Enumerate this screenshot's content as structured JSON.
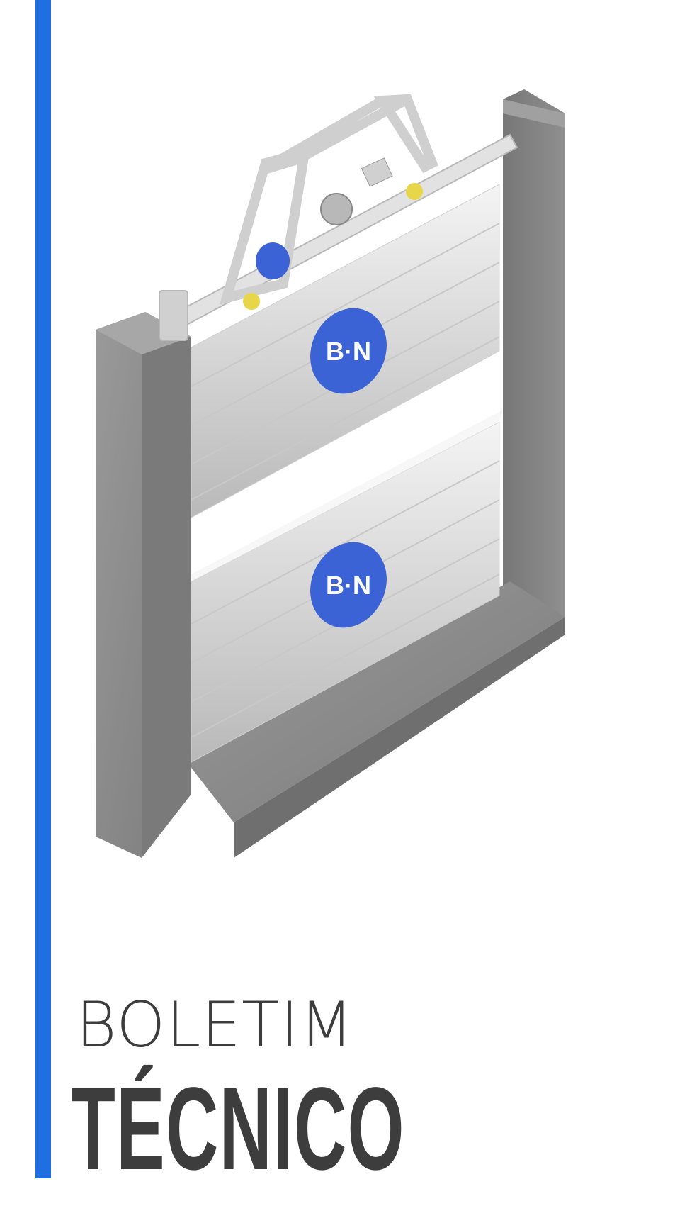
{
  "cover": {
    "title_line1": "BOLETIM",
    "title_line2": "TÉCNICO",
    "accent_color": "#1f6fe0",
    "text_color": "#3d3d3d"
  },
  "illustration": {
    "subject": "stop log gate installed in concrete channel walls",
    "logo_text": "B·N",
    "logo_color": "#3b63d6"
  }
}
